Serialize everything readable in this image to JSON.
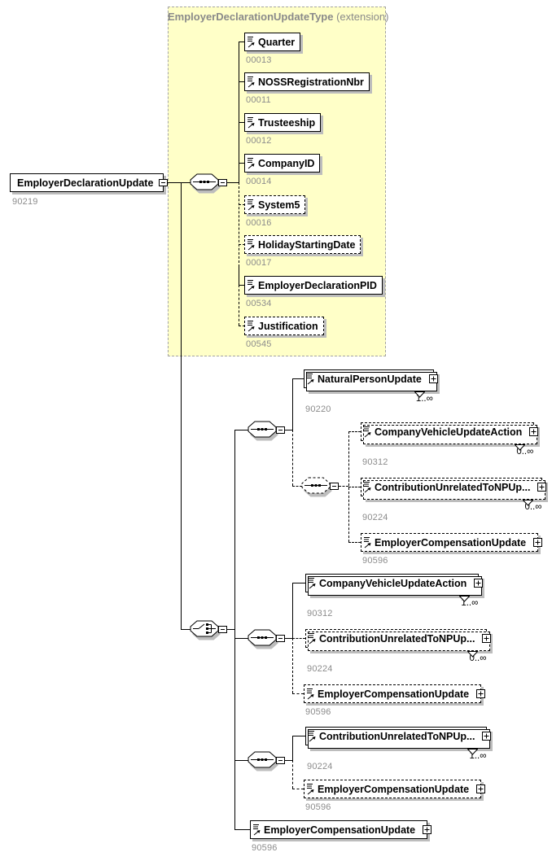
{
  "container": {
    "title": "EmployerDeclarationUpdateType",
    "suffix": " (extension)"
  },
  "root": {
    "label": "EmployerDeclarationUpdate",
    "id": "90219"
  },
  "nodes": {
    "quarter": {
      "label": "Quarter",
      "id": "00013"
    },
    "nossRegistrationNbr": {
      "label": "NOSSRegistrationNbr",
      "id": "00011"
    },
    "trusteeship": {
      "label": "Trusteeship",
      "id": "00012"
    },
    "companyID": {
      "label": "CompanyID",
      "id": "00014"
    },
    "system5": {
      "label": "System5",
      "id": "00016"
    },
    "holidayStartingDate": {
      "label": "HolidayStartingDate",
      "id": "00017"
    },
    "employerDeclarationPID": {
      "label": "EmployerDeclarationPID",
      "id": "00534"
    },
    "justification": {
      "label": "Justification",
      "id": "00545"
    },
    "naturalPersonUpdate": {
      "label": "NaturalPersonUpdate",
      "id": "90220",
      "occurs": "1..∞"
    },
    "companyVehicle1": {
      "label": "CompanyVehicleUpdateAction",
      "id": "90312",
      "occurs": "0..∞"
    },
    "contribUnrelated1": {
      "label": "ContributionUnrelatedToNPUp...",
      "id": "90224",
      "occurs": "0..∞"
    },
    "employerComp1": {
      "label": "EmployerCompensationUpdate",
      "id": "90596"
    },
    "companyVehicle2": {
      "label": "CompanyVehicleUpdateAction",
      "id": "90312",
      "occurs": "1..∞"
    },
    "contribUnrelated2": {
      "label": "ContributionUnrelatedToNPUp...",
      "id": "90224",
      "occurs": "0..∞"
    },
    "employerComp2": {
      "label": "EmployerCompensationUpdate",
      "id": "90596"
    },
    "contribUnrelated3": {
      "label": "ContributionUnrelatedToNPUp...",
      "id": "90224",
      "occurs": "1..∞"
    },
    "employerComp3": {
      "label": "EmployerCompensationUpdate",
      "id": "90596"
    },
    "employerComp4": {
      "label": "EmployerCompensationUpdate",
      "id": "90596"
    }
  },
  "icons": {
    "sequence": "sequence-compositor",
    "choice": "choice-compositor",
    "collapse": "−",
    "expand": "+",
    "element": "element-reference-icon"
  },
  "colors": {
    "container_fill": "#ffffc8",
    "container_border": "#a3a3a3",
    "shadow": "#bdbdbd",
    "id_text": "#8c8c8c",
    "title_text": "#8a8a8a",
    "line": "#000000"
  }
}
